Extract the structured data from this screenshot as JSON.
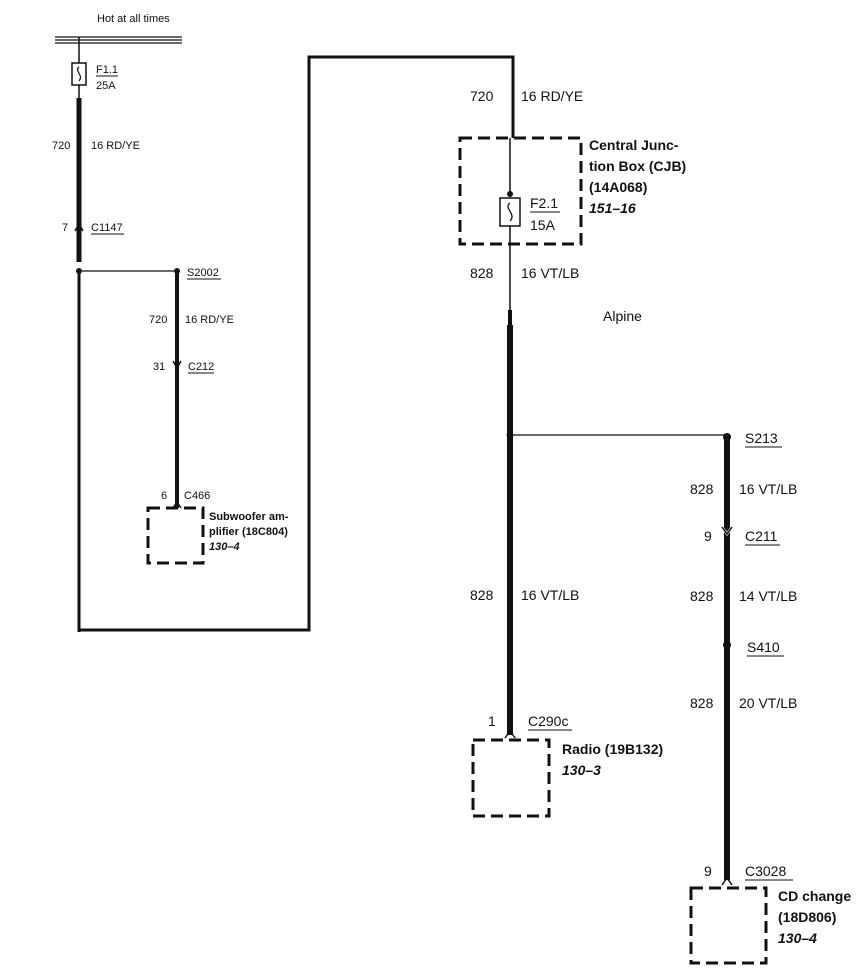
{
  "supply": "Hot at all times",
  "f11": {
    "id": "F1.1",
    "rating": "25A"
  },
  "w720a": {
    "circuit": "720",
    "gauge": "16 RD/YE"
  },
  "c1147": {
    "pin": "7",
    "id": "C1147"
  },
  "s2002": "S2002",
  "w720b": {
    "circuit": "720",
    "gauge": "16 RD/YE"
  },
  "c212": {
    "pin": "31",
    "id": "C212"
  },
  "c466": {
    "pin": "6",
    "id": "C466"
  },
  "sub": {
    "l1": "Subwoofer am-",
    "l2": "plifier (18C804)",
    "ref": "130–4"
  },
  "w720c": {
    "circuit": "720",
    "gauge": "16 RD/YE"
  },
  "cjb": {
    "l1": "Central Junc-",
    "l2": "tion Box (CJB)",
    "l3": "(14A068)",
    "ref": "151–16"
  },
  "f21": {
    "id": "F2.1",
    "rating": "15A"
  },
  "w828a": {
    "circuit": "828",
    "gauge": "16 VT/LB"
  },
  "option": "Alpine",
  "s213": "S213",
  "w828b": {
    "circuit": "828",
    "gauge": "16 VT/LB"
  },
  "c211": {
    "pin": "9",
    "id": "C211"
  },
  "w828c": {
    "circuit": "828",
    "gauge": "16 VT/LB"
  },
  "w828d": {
    "circuit": "828",
    "gauge": "14 VT/LB"
  },
  "s410": "S410",
  "w828e": {
    "circuit": "828",
    "gauge": "20 VT/LB"
  },
  "c290c": {
    "pin": "1",
    "id": "C290c"
  },
  "radio": {
    "l1": "Radio (19B132)",
    "ref": "130–3"
  },
  "c3028": {
    "pin": "9",
    "id": "C3028"
  },
  "cd": {
    "l1": "CD change",
    "l2": "(18D806)",
    "ref": "130–4"
  }
}
